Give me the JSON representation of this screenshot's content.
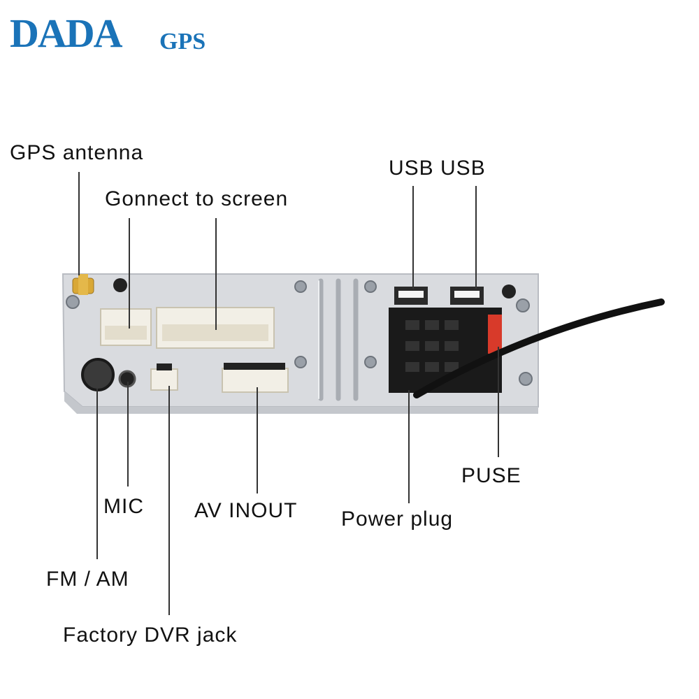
{
  "logo": {
    "main": "DADA",
    "suffix": "GPS"
  },
  "labels": {
    "gps_antenna": "GPS antenna",
    "connect_screen": "Gonnect to screen",
    "usb": "USB USB",
    "mic": "MIC",
    "av_inout": "AV INOUT",
    "power_plug": "Power plug",
    "puse": "PUSE",
    "fm_am": "FM / AM",
    "factory_dvr": "Factory DVR jack"
  },
  "colors": {
    "brand": "#1a73b8",
    "chassis": "#d9dbdf",
    "connector": "#f2efe6",
    "plug": "#1a1a1a",
    "fuse": "#d83a2a"
  }
}
